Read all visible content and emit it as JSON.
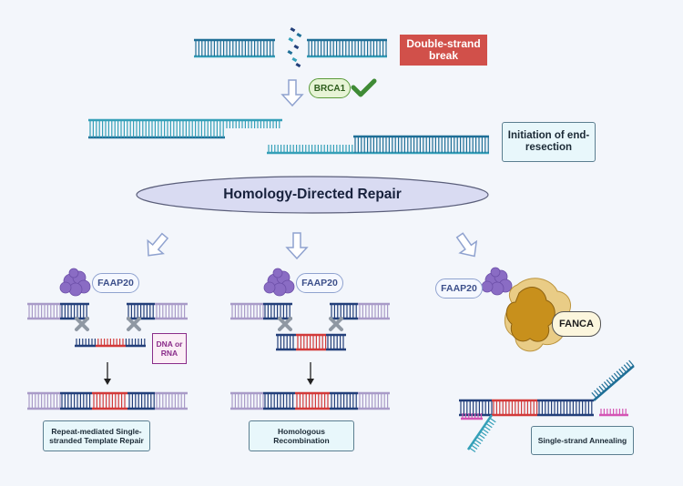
{
  "labels": {
    "double_strand_break": "Double-strand break",
    "brca1": "BRCA1",
    "initiation": "Initiation of end-resection",
    "hdr": "Homology-Directed Repair",
    "faap20": "FAAP20",
    "dna_or_rna": "DNA or RNA",
    "fanca": "FANCA",
    "repeat_mediated": "Repeat-mediated Single-stranded Template Repair",
    "homologous_recombination": "Homologous Recombination",
    "ssa": "Single-strand Annealing"
  },
  "colors": {
    "dna_blue": "#1f6f97",
    "dna_teal": "#35a0b8",
    "dna_lilac": "#a99bc8",
    "dna_red": "#d23a3a",
    "dna_navy": "#233f7a",
    "dna_pink": "#d455b4",
    "ellipse_fill": "#d9dbf2",
    "arrow_outline": "#8fa2cf",
    "check_green": "#3f8b35",
    "protein_purple": "#8a6cc4",
    "fanca_gold": "#c8901c",
    "x_gray": "#8f98a3"
  },
  "icons": [
    "check-icon",
    "faap20-protein-icon",
    "fanca-protein-icon",
    "x-mark-icon",
    "down-arrow-icon"
  ]
}
